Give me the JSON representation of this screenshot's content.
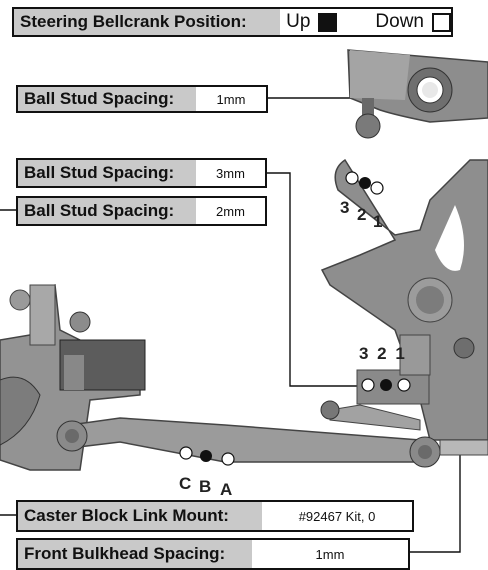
{
  "header": {
    "label": "Steering Bellcrank Position:",
    "up_label": "Up",
    "down_label": "Down",
    "selected": "Up"
  },
  "fields": [
    {
      "label": "Ball Stud Spacing:",
      "value": "1mm"
    },
    {
      "label": "Ball Stud Spacing:",
      "value": "3mm"
    },
    {
      "label": "Ball Stud Spacing:",
      "value": "2mm"
    },
    {
      "label": "Caster Block Link Mount:",
      "value": "#92467 Kit, 0"
    },
    {
      "label": "Front Bulkhead Spacing:",
      "value": "1mm"
    }
  ],
  "hole_labels": {
    "bellcrank_arm": [
      "3",
      "2",
      "1"
    ],
    "bulkhead_block": [
      "3 2 1"
    ],
    "link": [
      "C",
      "B",
      "A"
    ]
  },
  "colors": {
    "label_bg": "#c9c9c9",
    "part_gray": "#8a8a8a",
    "part_dark": "#5a5a5a"
  }
}
